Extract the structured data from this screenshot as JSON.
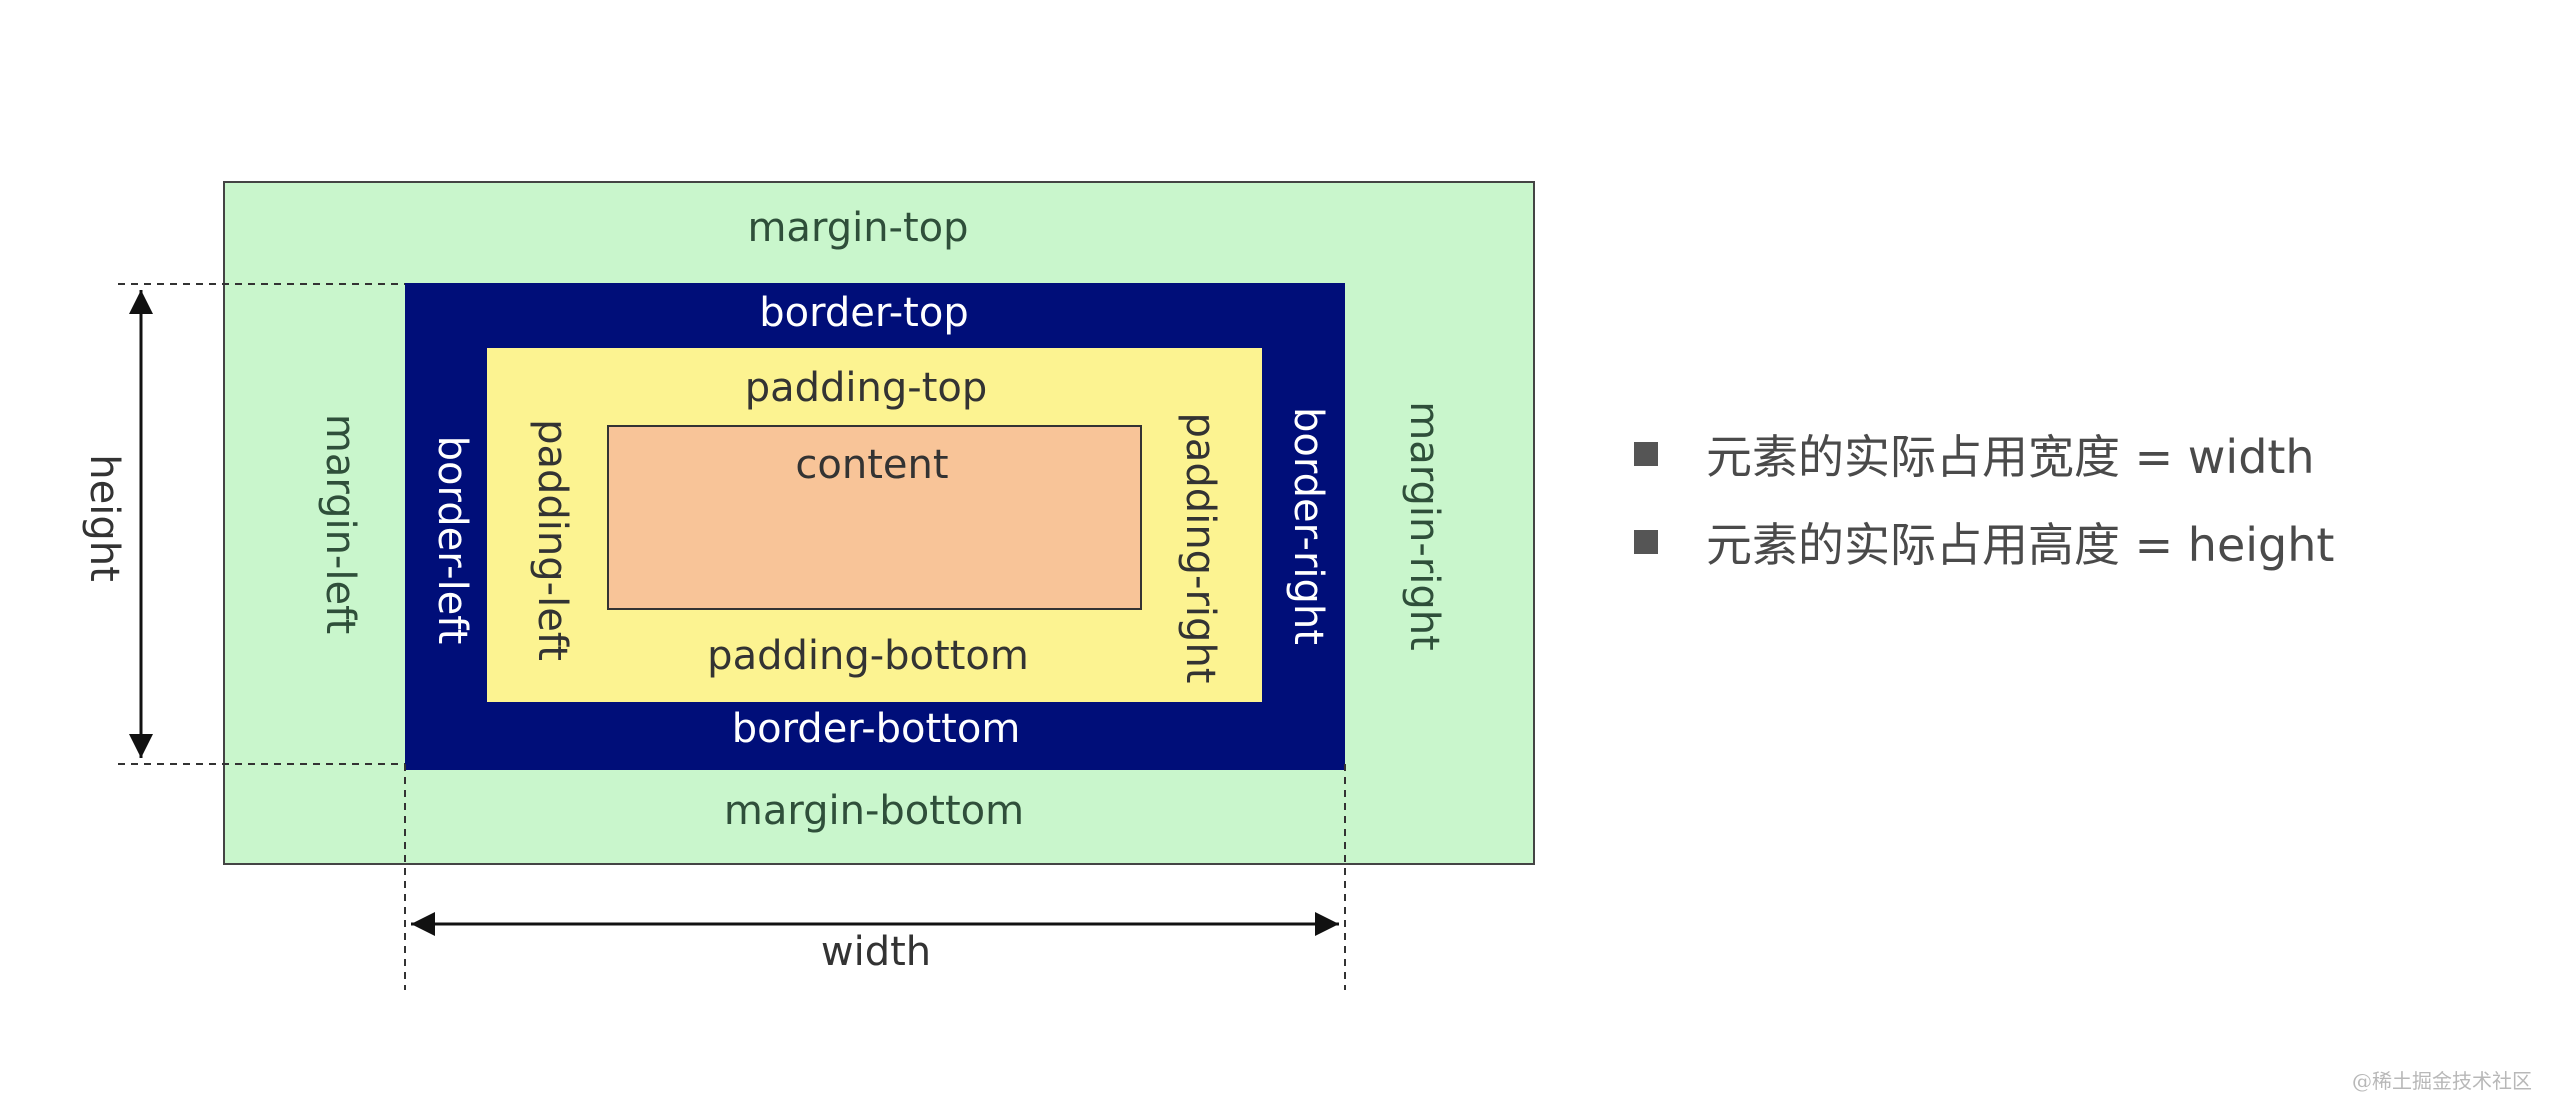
{
  "colors": {
    "margin": "#c9f6cc",
    "border": "#000e79",
    "padding": "#fcf391",
    "content": "#f8c498",
    "bullet": "#555555"
  },
  "diagram": {
    "margin_top": "margin-top",
    "margin_bottom": "margin-bottom",
    "margin_left": "margin-left",
    "margin_right": "margin-right",
    "border_top": "border-top",
    "border_bottom": "border-bottom",
    "border_left": "border-left",
    "border_right": "border-right",
    "padding_top": "padding-top",
    "padding_bottom": "padding-bottom",
    "padding_left": "padding-left",
    "padding_right": "padding-right",
    "content": "content",
    "width": "width",
    "height": "height"
  },
  "bullets": [
    {
      "text": "元素的实际占用宽度 = width"
    },
    {
      "text": "元素的实际占用高度 = height"
    }
  ],
  "watermark": "@稀土掘金技术社区"
}
